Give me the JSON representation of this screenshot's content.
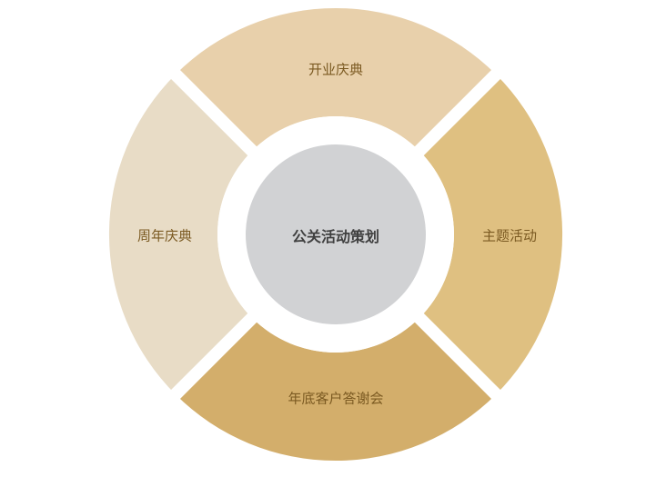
{
  "diagram": {
    "center": {
      "label": "公关活动策划",
      "color": "#d1d2d4",
      "text_color": "#3f3f3f"
    },
    "segments": [
      {
        "position": "top",
        "label": "开业庆典",
        "color": "#e8d0ab"
      },
      {
        "position": "right",
        "label": "主题活动",
        "color": "#dfc081"
      },
      {
        "position": "bottom",
        "label": "年底客户答谢会",
        "color": "#d3ae6b"
      },
      {
        "position": "left",
        "label": "周年庆典",
        "color": "#e8dcc6"
      }
    ],
    "label_color": "#7b5a22",
    "gap_color": "#ffffff"
  }
}
